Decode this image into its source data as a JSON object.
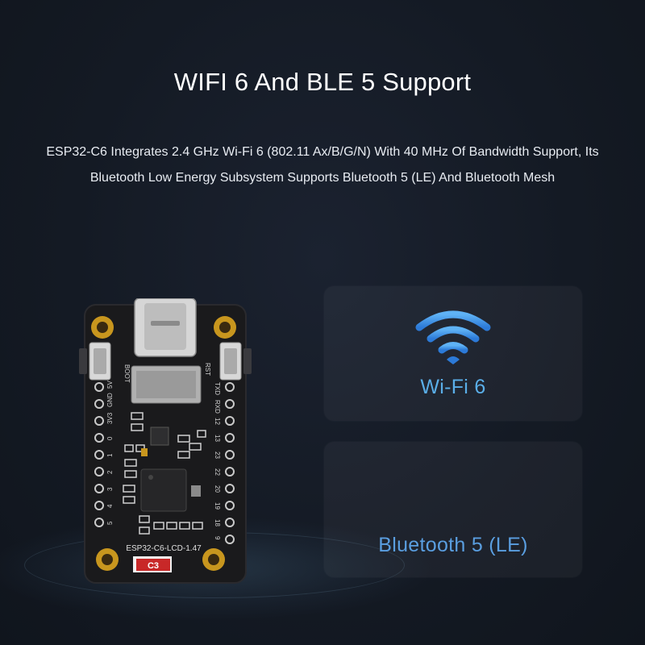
{
  "headline": "WIFI 6 And BLE 5 Support",
  "description": {
    "line1": "ESP32-C6 Integrates 2.4 GHz Wi-Fi 6 (802.11 Ax/B/G/N) With 40 MHz Of Bandwidth Support, Its",
    "line2": "Bluetooth Low Energy Subsystem Supports Bluetooth 5 (LE) And Bluetooth Mesh"
  },
  "cards": {
    "wifi": {
      "label": "Wi-Fi 6",
      "icon": "wifi-icon"
    },
    "bluetooth": {
      "label": "Bluetooth 5 (LE)"
    }
  },
  "board": {
    "model": "ESP32-C6-LCD-1.47",
    "chip_tag": "C3",
    "boot_label": "BOOT",
    "rst_label": "RST",
    "left_pins": [
      "5V",
      "GND",
      "3V3",
      "0",
      "1",
      "2",
      "3",
      "4",
      "5"
    ],
    "right_pins": [
      "TXD",
      "RXD",
      "12",
      "13",
      "23",
      "22",
      "20",
      "19",
      "18",
      "9"
    ]
  },
  "colors": {
    "background": "#141a24",
    "accent_blue": "#3d8fe0",
    "label_blue": "#5aaee8",
    "pcb": "#1a1a1c"
  }
}
